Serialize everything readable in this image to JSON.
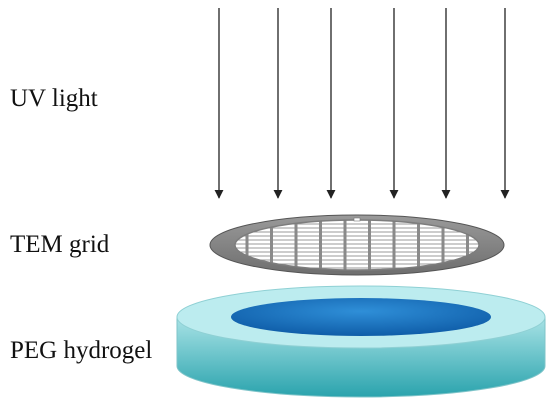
{
  "labels": {
    "uv_light": "UV light",
    "tem_grid": "TEM grid",
    "peg_hydrogel": "PEG hydrogel"
  },
  "uv_rays": {
    "count": 6,
    "color": "#222222"
  },
  "tem_grid": {
    "rim_color": "#8a8a8a",
    "bar_color": "#ffffff",
    "rim_dark": "#555555"
  },
  "hydrogel": {
    "side_top_color": "#a9e3e6",
    "side_bottom_color": "#2aa3ad",
    "top_face_color": "#bcecef",
    "inner_light": "#2f8fd8",
    "inner_dark": "#0f5da8"
  }
}
